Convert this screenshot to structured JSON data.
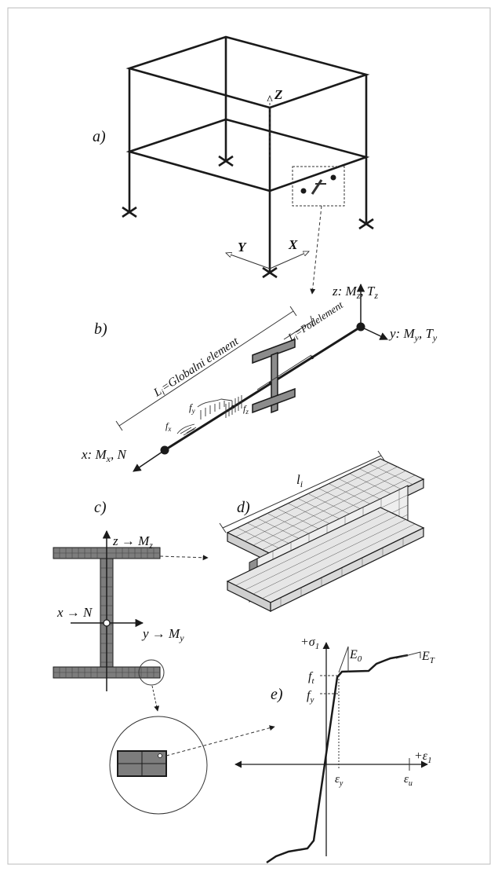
{
  "panels": {
    "a": {
      "label": "a)",
      "axis_z": "Z",
      "axis_x": "X",
      "axis_y": "Y"
    },
    "b": {
      "label": "b)",
      "global_element": "L",
      "global_element_sub": "i",
      "global_element_text": "=Globalni element",
      "sub_element": "L",
      "sub_element_sub": "i",
      "sub_element_text": "=Podelement",
      "axis_z": "z: M",
      "axis_z_sub": "z",
      "axis_z_t": ", T",
      "axis_z_tsub": "z",
      "axis_y": "y: M",
      "axis_y_sub": "y",
      "axis_y_t": ", T",
      "axis_y_tsub": "y",
      "axis_x": "x: M",
      "axis_x_sub": "x",
      "axis_x_t": ", N",
      "load_fx": "f",
      "load_fx_sub": "x",
      "load_fy": "f",
      "load_fy_sub": "y",
      "load_fz": "f",
      "load_fz_sub": "z"
    },
    "c": {
      "label": "c)",
      "axis_z": "z → M",
      "axis_z_sub": "z",
      "axis_x": "x → N",
      "axis_y": "y → M",
      "axis_y_sub": "y"
    },
    "d": {
      "label": "d)",
      "length": "l",
      "length_sub": "i"
    },
    "e": {
      "label": "e)",
      "sigma": "+σ",
      "sigma_sub": "1",
      "eps": "+ε",
      "eps_sub": "1",
      "ft": "f",
      "ft_sub": "t",
      "fy": "f",
      "fy_sub": "y",
      "e0": "E",
      "e0_sub": "0",
      "et": "E",
      "et_sub": "T",
      "epsy": "ε",
      "epsy_sub": "y",
      "epsu": "ε",
      "epsu_sub": "u"
    }
  },
  "colors": {
    "line": "#1a1a1a",
    "section_fill": "#7d7d7d",
    "mesh_fill": "#e6e6e6",
    "frame_border": "#bbbbbb"
  }
}
